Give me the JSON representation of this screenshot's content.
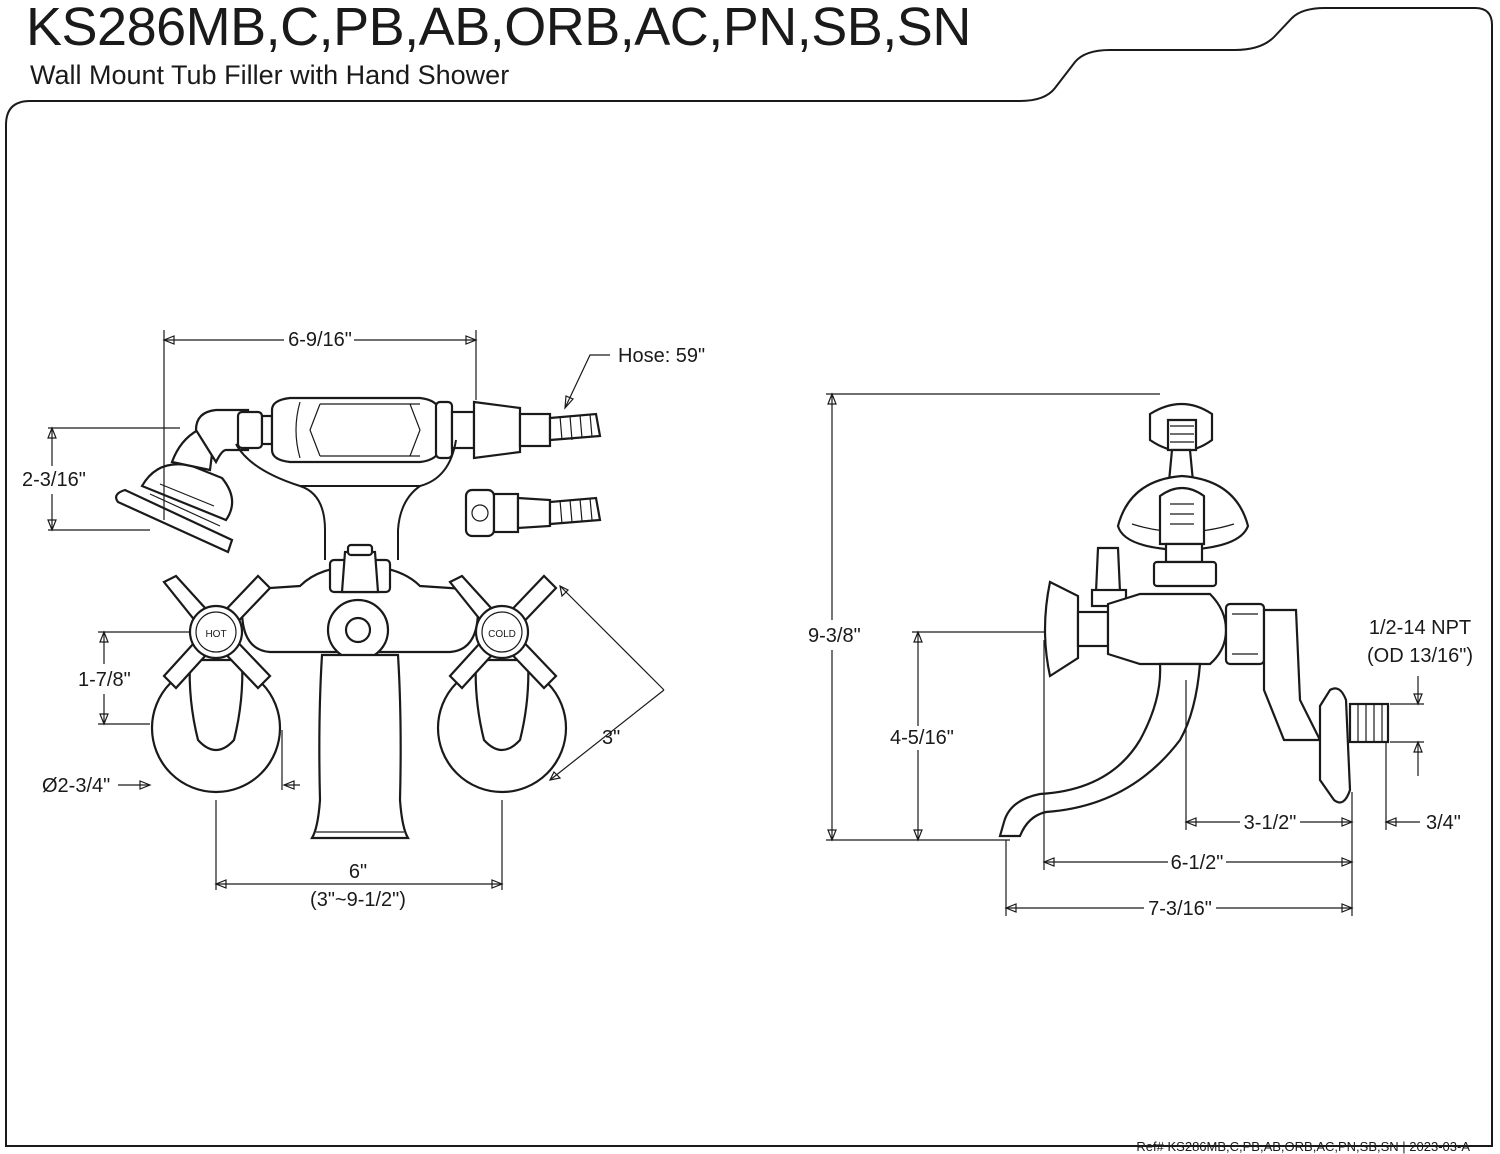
{
  "header": {
    "title": "KS286MB,C,PB,AB,ORB,AC,PN,SB,SN",
    "subtitle": "Wall Mount Tub Filler with Hand Shower"
  },
  "front_view": {
    "handle_labels": {
      "hot": "HOT",
      "cold": "COLD"
    },
    "dimensions": {
      "shower_width": "6-9/16\"",
      "hose": "Hose: 59\"",
      "shower_height": "2-3/16\"",
      "handle_height": "1-7/8\"",
      "flange_diameter": "Ø2-3/4\"",
      "handle_span": "3\"",
      "center_spacing": "6\"",
      "center_range": "(3\"~9-1/2\")"
    }
  },
  "side_view": {
    "dimensions": {
      "overall_height": "9-3/8\"",
      "spout_height": "4-5/16\"",
      "thread": "1/2-14 NPT",
      "thread_od": "(OD 13/16\")",
      "wall_offset": "3-1/2\"",
      "thread_length": "3/4\"",
      "projection_handle": "6-1/2\"",
      "projection_spout": "7-3/16\""
    }
  },
  "footer": {
    "reference": "Ref# KS286MB,C,PB,AB,ORB,AC,PN,SB,SN | 2023-03-A"
  }
}
